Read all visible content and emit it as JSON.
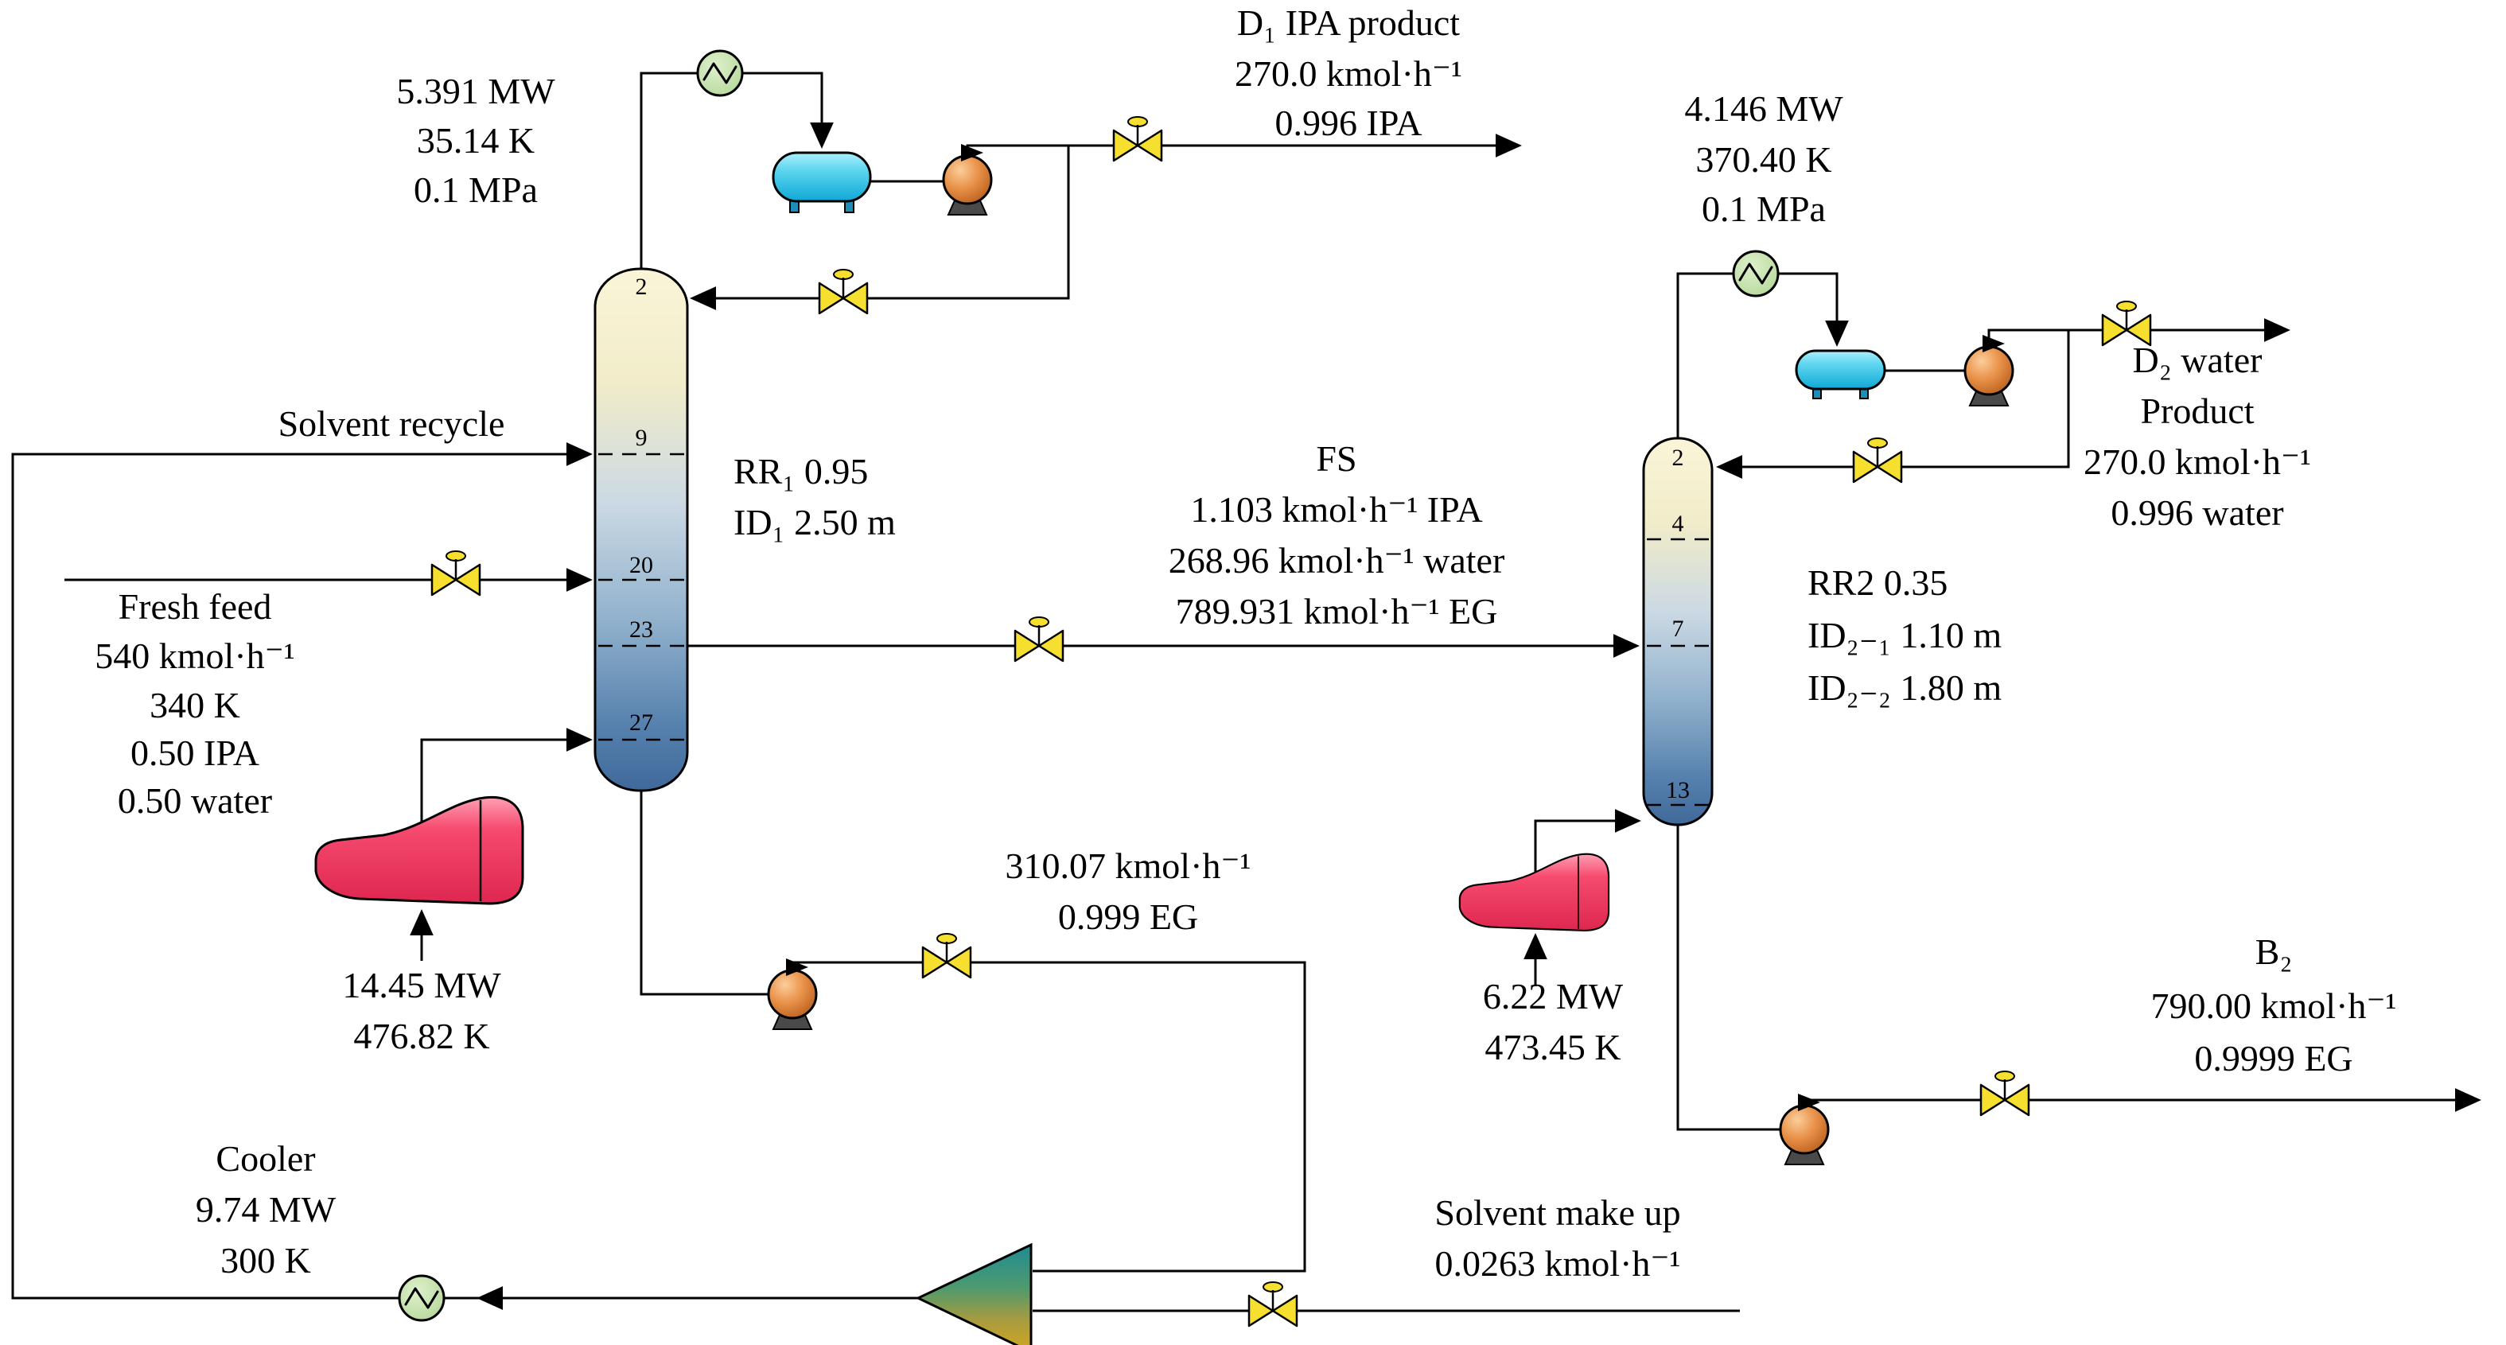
{
  "figure": {
    "type": "process-flow-diagram",
    "description": "Two-column extractive distillation flowsheet with solvent recycle"
  },
  "colors": {
    "column_top": "#FAF5D8",
    "column_bottom": "#40699A",
    "reflux_drum": "#29B9E2",
    "pump": "#D97A2E",
    "reboiler": "#F23A60",
    "condenser": "#BFDCA4",
    "valve": "#F6DF2E",
    "mixer_top": "#1F8C94",
    "mixer_bottom": "#D2A61E",
    "line": "#000000",
    "background": "#FFFFFF"
  },
  "icons": {
    "condenser": "circle-zigzag",
    "pump": "circle-arrow",
    "valve": "bowtie",
    "reboiler": "fired-heater",
    "mixer": "triangle"
  },
  "column1": {
    "stages": [
      "2",
      "9",
      "20",
      "23",
      "27"
    ],
    "specs": [
      "RR₁ 0.95",
      "ID₁ 2.50 m"
    ]
  },
  "column2": {
    "stages": [
      "2",
      "4",
      "7",
      "13"
    ],
    "specs": [
      "RR2 0.35",
      "ID₂₋₁ 1.10 m",
      "ID₂₋₂ 1.80 m"
    ]
  },
  "streams": {
    "d1_product": [
      "D₁ IPA product",
      "270.0 kmol·h⁻¹",
      "0.996 IPA"
    ],
    "d2_product": [
      "D₂ water",
      "Product",
      "270.0 kmol·h⁻¹",
      "0.996 water"
    ],
    "fs": [
      "FS",
      "1.103 kmol·h⁻¹ IPA",
      "268.96 kmol·h⁻¹ water",
      "789.931 kmol·h⁻¹ EG"
    ],
    "b1": [
      "310.07 kmol·h⁻¹",
      "0.999 EG"
    ],
    "b2": [
      "B₂",
      "790.00 kmol·h⁻¹",
      "0.9999 EG"
    ],
    "fresh_feed": [
      "Fresh feed",
      "540 kmol·h⁻¹",
      "340 K",
      "0.50 IPA",
      "0.50 water"
    ],
    "solvent_recycle": "Solvent recycle",
    "solvent_makeup": [
      "Solvent make up",
      "0.0263 kmol·h⁻¹"
    ]
  },
  "equipment": {
    "condenser1": [
      "5.391 MW",
      "35.14 K",
      "0.1 MPa"
    ],
    "condenser2": [
      "4.146 MW",
      "370.40 K",
      "0.1 MPa"
    ],
    "reboiler1": [
      "14.45 MW",
      "476.82 K"
    ],
    "reboiler2": [
      "6.22 MW",
      "473.45 K"
    ],
    "cooler": [
      "Cooler",
      "9.74 MW",
      "300 K"
    ]
  }
}
